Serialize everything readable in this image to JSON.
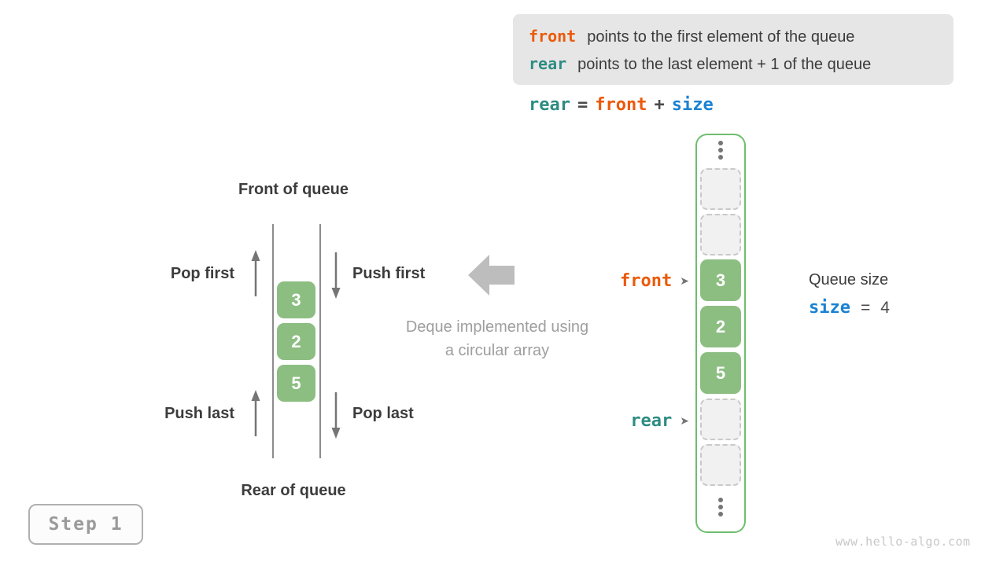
{
  "colors": {
    "orange": "#EB5A0A",
    "teal": "#2D8C82",
    "blue": "#1982D2",
    "green_fill": "#8CBE82",
    "green_border": "#6EBE6E",
    "dark_text": "#3C3C3C",
    "arrow_gray": "#757575",
    "caption_gray": "#9E9E9E",
    "big_arrow_gray": "#BDBDBD",
    "legend_bg": "#E6E6E6"
  },
  "legend": {
    "line1_keyword": "front",
    "line1_text": "points to the first element of the queue",
    "line2_keyword": "rear",
    "line2_text": "points to the last element + 1 of the queue"
  },
  "formula": {
    "lhs": "rear",
    "eq": "=",
    "op1": "front",
    "plus": "+",
    "op2": "size"
  },
  "deque": {
    "front_label": "Front of queue",
    "rear_label": "Rear of queue",
    "pop_first": "Pop first",
    "push_first": "Push first",
    "push_last": "Push last",
    "pop_last": "Pop last",
    "values": [
      "3",
      "2",
      "5"
    ]
  },
  "caption": {
    "line1": "Deque implemented using",
    "line2": "a circular array"
  },
  "array": {
    "front_pointer": "front",
    "rear_pointer": "rear",
    "pointer_arrow": "➤",
    "cells": [
      {
        "type": "empty",
        "value": ""
      },
      {
        "type": "empty",
        "value": ""
      },
      {
        "type": "filled",
        "value": "3"
      },
      {
        "type": "filled",
        "value": "2"
      },
      {
        "type": "filled",
        "value": "5"
      },
      {
        "type": "empty",
        "value": ""
      },
      {
        "type": "empty",
        "value": ""
      }
    ]
  },
  "size_panel": {
    "title": "Queue size",
    "var": "size",
    "eq": "=",
    "value": "4"
  },
  "step_badge": "Step 1",
  "watermark": "www.hello-algo.com"
}
